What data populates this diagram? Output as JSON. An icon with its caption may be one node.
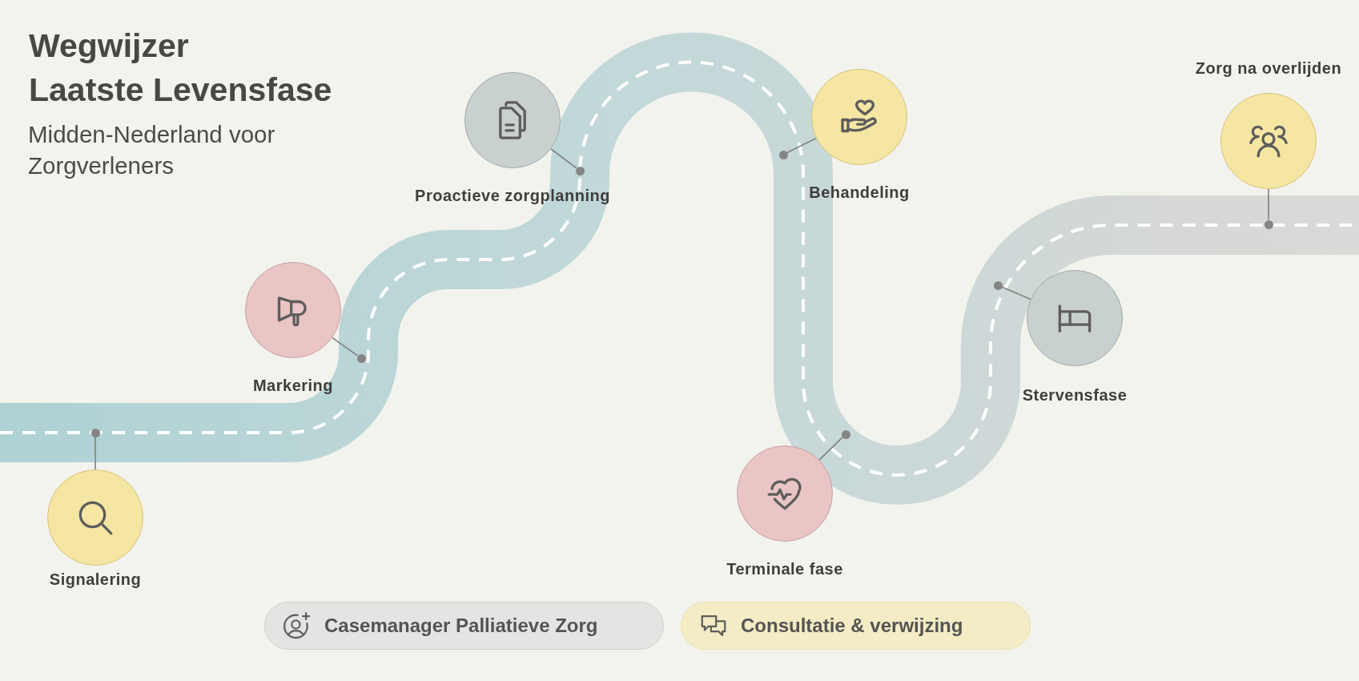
{
  "diagram": {
    "title": "Wegwijzer Laatste Levensfase",
    "nodes": [
      {
        "text": [
          "Signalering"
        ]
      },
      {
        "text": [
          "Markering"
        ]
      },
      {
        "text": [
          "Proactieve zorgplanning"
        ]
      },
      {
        "text": [
          "Behandeling"
        ]
      },
      {
        "text": [
          "Terminale fase"
        ]
      },
      {
        "text": [
          "Stervensfase"
        ]
      },
      {
        "text": [
          "Zorg na overlijden"
        ]
      },
      {
        "text": [
          "Casemanager Palliatieve Zorg"
        ]
      },
      {
        "text": [
          "Consultatie & verwijzing"
        ]
      },
      {
        "text": [],
        "shape": "circle"
      },
      {
        "text": [],
        "shape": "circle"
      },
      {
        "text": [],
        "shape": "circle"
      },
      {
        "text": [],
        "shape": "circle"
      },
      {
        "text": [],
        "shape": "circle"
      },
      {
        "text": [],
        "shape": "circle"
      },
      {
        "text": [],
        "shape": "circle"
      }
    ],
    "edges": [
      {
        "from": 0,
        "to": 9,
        "arrow": "none"
      },
      {
        "from": 1,
        "to": 10,
        "arrow": "none"
      },
      {
        "from": 2,
        "to": 11,
        "arrow": "none"
      },
      {
        "from": 3,
        "to": 12,
        "arrow": "none"
      },
      {
        "from": 4,
        "to": 13,
        "arrow": "none"
      },
      {
        "from": 5,
        "to": 14,
        "arrow": "none"
      },
      {
        "from": 6,
        "to": 15,
        "arrow": "none"
      }
    ],
    "labels": [
      "Midden-Nederland voor Zorgverleners"
    ]
  }
}
